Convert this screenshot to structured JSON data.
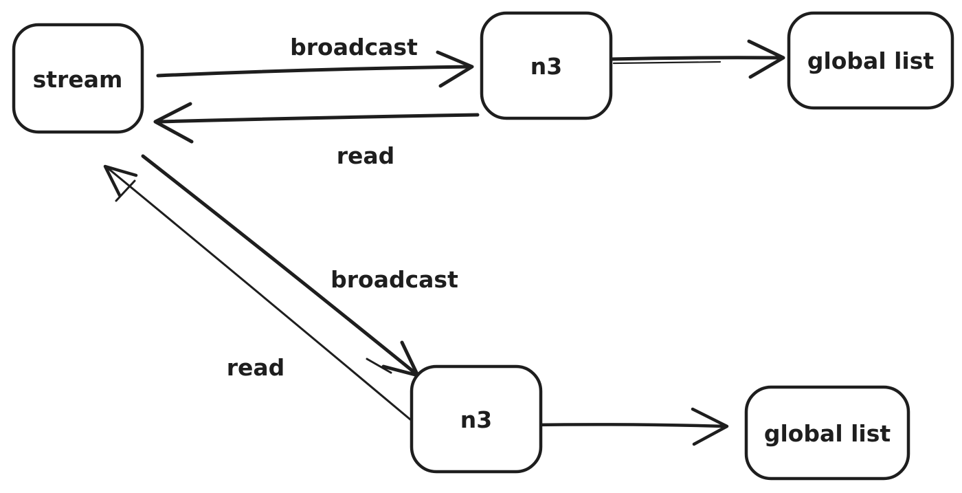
{
  "diagram": {
    "type": "flow-diagram",
    "style": "hand-drawn",
    "background_color": "#ffffff",
    "stroke_color": "#1e1e1e",
    "nodes": [
      {
        "id": "stream",
        "label": "stream"
      },
      {
        "id": "n3-top",
        "label": "n3"
      },
      {
        "id": "global-list-top",
        "label": "global list"
      },
      {
        "id": "n3-bottom",
        "label": "n3"
      },
      {
        "id": "global-list-bottom",
        "label": "global list"
      }
    ],
    "edges": [
      {
        "from": "stream",
        "to": "n3-top",
        "label": "broadcast",
        "direction": "right"
      },
      {
        "from": "n3-top",
        "to": "stream",
        "label": "read",
        "direction": "left"
      },
      {
        "from": "n3-top",
        "to": "global-list-top",
        "label": "",
        "direction": "right"
      },
      {
        "from": "stream",
        "to": "n3-bottom",
        "label": "broadcast",
        "direction": "down-right"
      },
      {
        "from": "n3-bottom",
        "to": "stream",
        "label": "read",
        "direction": "up-left"
      },
      {
        "from": "n3-bottom",
        "to": "global-list-bottom",
        "label": "",
        "direction": "right"
      }
    ]
  }
}
